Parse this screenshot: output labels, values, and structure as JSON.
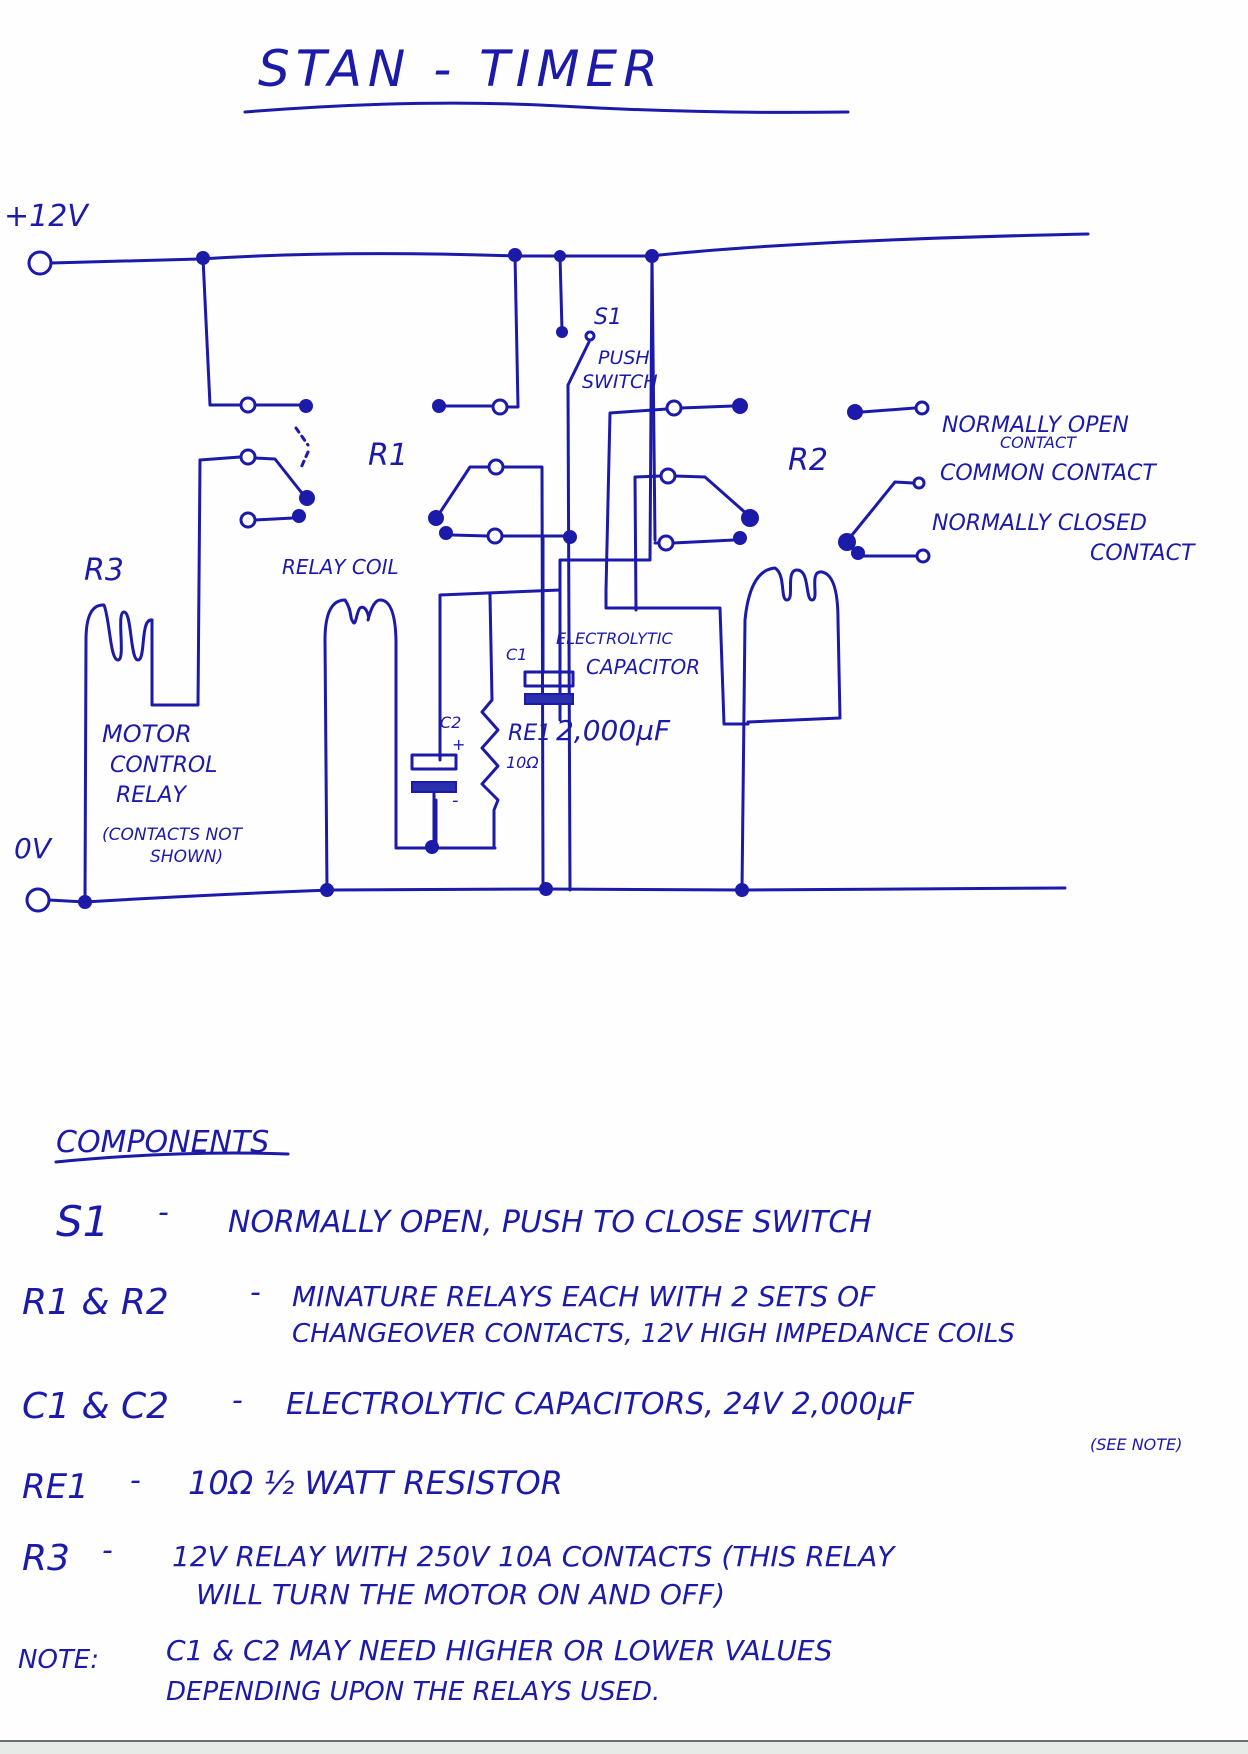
{
  "title": "STAN - TIMER",
  "ink_color": "#1c1aa8",
  "rails": {
    "positive": "+12V",
    "ground": "0V"
  },
  "labels": {
    "s1": "S1",
    "push_switch_line1": "PUSH",
    "push_switch_line2": "SWITCH",
    "r1": "R1",
    "r2": "R2",
    "r3": "R3",
    "relay_coil": "RELAY COIL",
    "motor_relay_line1": "MOTOR",
    "motor_relay_line2": "CONTROL",
    "motor_relay_line3": "RELAY",
    "contacts_note_line1": "(CONTACTS NOT",
    "contacts_note_line2": "SHOWN)",
    "c1": "C1",
    "c2": "C2",
    "c2_plus": "+",
    "c2_minus": "-",
    "electrolytic_line1": "ELECTROLYTIC",
    "electrolytic_line2": "CAPACITOR",
    "cap_value": "2,000µF",
    "re1": "RE1",
    "re1_value": "10Ω",
    "no_contact_line1": "NORMALLY OPEN",
    "no_contact_line2": "CONTACT",
    "common_contact": "COMMON CONTACT",
    "nc_contact_line1": "NORMALLY CLOSED",
    "nc_contact_line2": "CONTACT"
  },
  "components": {
    "heading": "COMPONENTS",
    "items": [
      {
        "ref": "S1",
        "lines": [
          "NORMALLY OPEN, PUSH TO CLOSE SWITCH"
        ]
      },
      {
        "ref": "R1 & R2",
        "lines": [
          "MINATURE RELAYS EACH WITH 2 SETS OF",
          "CHANGEOVER CONTACTS, 12V HIGH IMPEDANCE COILS"
        ]
      },
      {
        "ref": "C1 & C2",
        "lines": [
          "ELECTROLYTIC CAPACITORS, 24V 2,000µF"
        ],
        "aside": "(SEE NOTE)"
      },
      {
        "ref": "RE1",
        "lines": [
          "10Ω ½ WATT RESISTOR"
        ]
      },
      {
        "ref": "R3",
        "lines": [
          "12V RELAY WITH 250V 10A CONTACTS (THIS RELAY",
          "WILL TURN THE MOTOR ON AND OFF)"
        ]
      }
    ],
    "dash": "-"
  },
  "note": {
    "label": "NOTE:",
    "lines": [
      "C1 & C2 MAY NEED HIGHER OR LOWER VALUES",
      "DEPENDING UPON THE RELAYS USED."
    ]
  }
}
